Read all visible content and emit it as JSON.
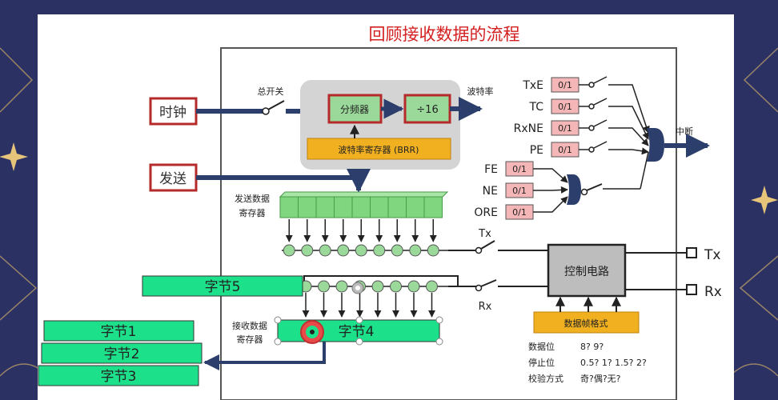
{
  "title": "回顾接收数据的流程",
  "clock_label": "时钟",
  "send_label": "发送",
  "master_switch_label": "总开关",
  "prescaler_label": "分频器",
  "divider_label": "÷16",
  "baud_output_label": "波特率",
  "brr_label": "波特率寄存器 (BRR)",
  "tx_data_register_label": [
    "发送数据",
    "寄存器"
  ],
  "rx_data_register_label": [
    "接收数据",
    "寄存器"
  ],
  "interrupt_flags": [
    {
      "name": "TxE",
      "value": "0/1"
    },
    {
      "name": "TC",
      "value": "0/1"
    },
    {
      "name": "RxNE",
      "value": "0/1"
    },
    {
      "name": "PE",
      "value": "0/1"
    }
  ],
  "error_flags": [
    {
      "name": "FE",
      "value": "0/1"
    },
    {
      "name": "NE",
      "value": "0/1"
    },
    {
      "name": "ORE",
      "value": "0/1"
    }
  ],
  "interrupt_label": "中断",
  "tx_switch_label": "Tx",
  "rx_switch_label": "Rx",
  "control_circuit_label": "控制电路",
  "tx_pin_label": "Tx",
  "rx_pin_label": "Rx",
  "frame_format_label": "数据帧格式",
  "frame_params": [
    {
      "key": "数据位",
      "value": "8? 9?"
    },
    {
      "key": "停止位",
      "value": "0.5? 1? 1.5? 2?"
    },
    {
      "key": "校验方式",
      "value": "奇?偶?无?"
    }
  ],
  "byte_labels": {
    "byte1": "字节1",
    "byte2": "字节2",
    "byte3": "字节3",
    "byte4": "字节4",
    "byte5": "字节5"
  },
  "colors": {
    "background": "#2b3163",
    "accent_red": "#b52a2a",
    "register_green": "#6fcf6f",
    "byte_green": "#1de08a",
    "brr_yellow": "#f0b020",
    "flag_pink": "#f4b6b6"
  }
}
